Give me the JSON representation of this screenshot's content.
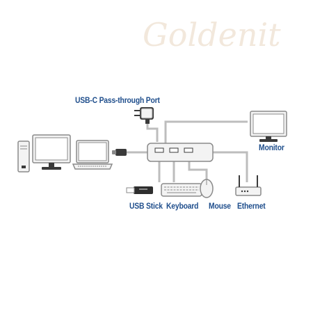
{
  "watermark": {
    "text": "Goldenit",
    "color": "#f2e8dc"
  },
  "labels": {
    "passthrough": "USB-C Pass-through Port",
    "monitor": "Monitor",
    "usb_stick": "USB Stick",
    "keyboard": "Keyboard",
    "mouse": "Mouse",
    "ethernet": "Ethernet"
  },
  "colors": {
    "label": "#1f4e8c",
    "line": "#bdbdbd",
    "device_outline": "#8a8a8a",
    "device_fill": "#f3f3f3",
    "screen_fill": "#ffffff",
    "stand_fill": "#3a3a3a",
    "dark_device": "#2e2e2e"
  },
  "icons": [
    "usb-c-charger-icon",
    "desktop-pc-icon",
    "laptop-icon",
    "usb-c-hub-icon",
    "monitor-icon",
    "usb-stick-icon",
    "keyboard-icon",
    "mouse-icon",
    "router-icon"
  ]
}
